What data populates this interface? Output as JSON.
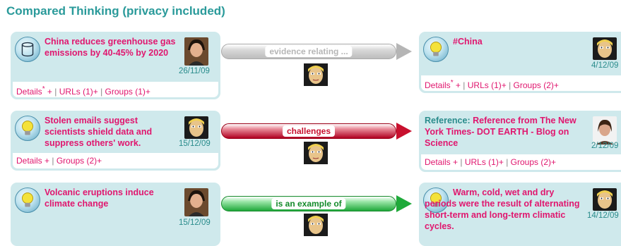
{
  "page_title": "Compared Thinking (privacy included)",
  "links_footer": {
    "details": "Details",
    "star": "*",
    "plus": "+",
    "urls": "URLs (1)+",
    "groups2": "Groups (2)+",
    "groups1": "Groups (1)+",
    "sep": "|"
  },
  "rows": [
    {
      "source": {
        "text": "China reduces greenhouse gas emissions by 40-45% by 2020",
        "date": "26/11/09",
        "icon": "cylinder-icon",
        "footer": [
          "Details* +",
          "URLs (1)+",
          "Groups (1)+"
        ]
      },
      "link": {
        "label": "evidence relating ...",
        "color": "#aaaaaa",
        "text_color": "#bbbbbb"
      },
      "target": {
        "text": "#China",
        "date": "4/12/09",
        "icon": "lightbulb-icon",
        "footer": [
          "Details* +",
          "URLs (1)+",
          "Groups (2)+"
        ]
      }
    },
    {
      "source": {
        "text": "Stolen emails suggest scientists shield data and suppress others' work.",
        "date": "15/12/09",
        "icon": "lightbulb-icon",
        "footer": [
          "Details +",
          "Groups (2)+"
        ]
      },
      "link": {
        "label": "challenges",
        "color": "#c8102e",
        "text_color": "#c8102e"
      },
      "target": {
        "lead": "Reference:",
        "text": "Reference from The New York Times- DOT EARTH - Blog on Science",
        "date": "2/12/09",
        "icon": "",
        "footer": [
          "Details +",
          "URLs (1)+",
          "Groups (2)+"
        ]
      }
    },
    {
      "source": {
        "text": "Volcanic eruptions induce climate change",
        "date": "15/12/09",
        "icon": "lightbulb-icon",
        "footer": []
      },
      "link": {
        "label": "is an example of",
        "color": "#1faa3a",
        "text_color": "#138a2a"
      },
      "target": {
        "text": "Warm, cold, wet and dry periods were the result of alternating short-term and long-term climatic cycles.",
        "date": "14/12/09",
        "icon": "lightbulb-icon",
        "footer": []
      }
    }
  ]
}
